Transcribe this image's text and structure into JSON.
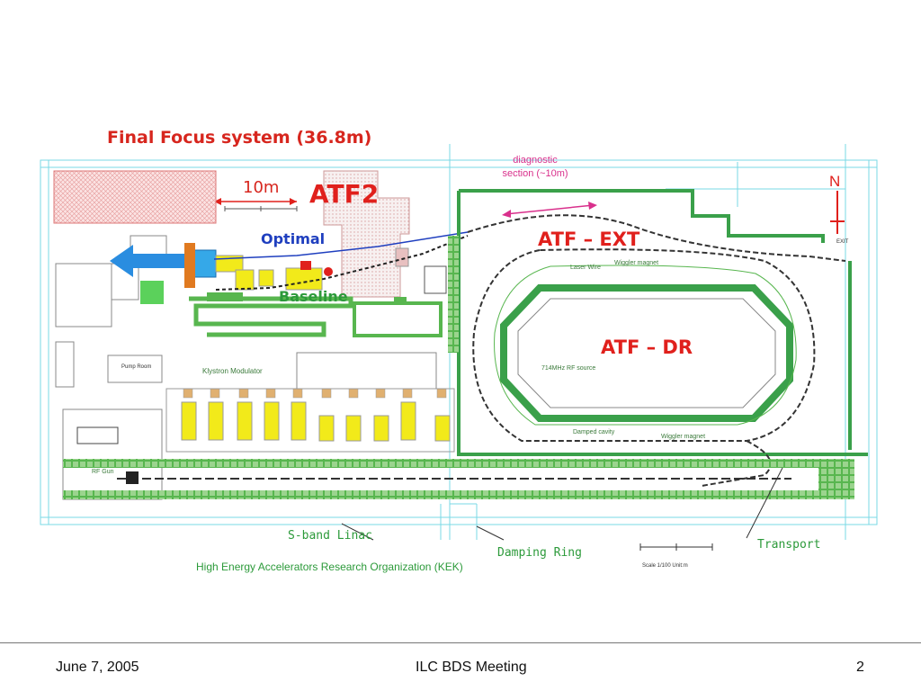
{
  "slide": {
    "title": "Final Focus system (36.8m)",
    "footer": {
      "date": "June 7, 2005",
      "meeting": "ILC BDS Meeting",
      "page": "2"
    }
  },
  "labels": {
    "atf2": "ATF2",
    "scale_10m": "10m",
    "optimal": "Optimal",
    "baseline": "Baseline",
    "diagnostic_section": [
      "diagnostic",
      "section (~10m)"
    ],
    "atf_ext": "ATF – EXT",
    "atf_dr": "ATF – DR",
    "north": "N",
    "sband_linac": "S-band Linac",
    "damping_ring": "Damping Ring",
    "transport": "Transport",
    "kek": "High Energy Accelerators Research Organization (KEK)",
    "klystron_modulator": "Klystron Modulator",
    "pump_room": "Pump Room",
    "laser_wire": "Laser Wire",
    "wiggler_magnet_top": "Wiggler magnet",
    "wiggler_magnet_bottom": "Wiggler magnet",
    "rf_source": "714MHz RF source",
    "damped_cavity": "Damped cavity",
    "rf_gun": "RF Gun",
    "exit": "EXIT",
    "scale_caption": "Scale  1/100  Unit:m"
  },
  "colors": {
    "title_red": "#d7261e",
    "optimal_blue": "#1f3fbf",
    "baseline_green": "#2c9a3a",
    "diagnostic_pink": "#d9308c",
    "wall_green": "#3aa04a",
    "klystron_yellow": "#f2ea1a",
    "hatch_red": "#e8a0a0",
    "arrow_blue": "#2a8de0"
  }
}
